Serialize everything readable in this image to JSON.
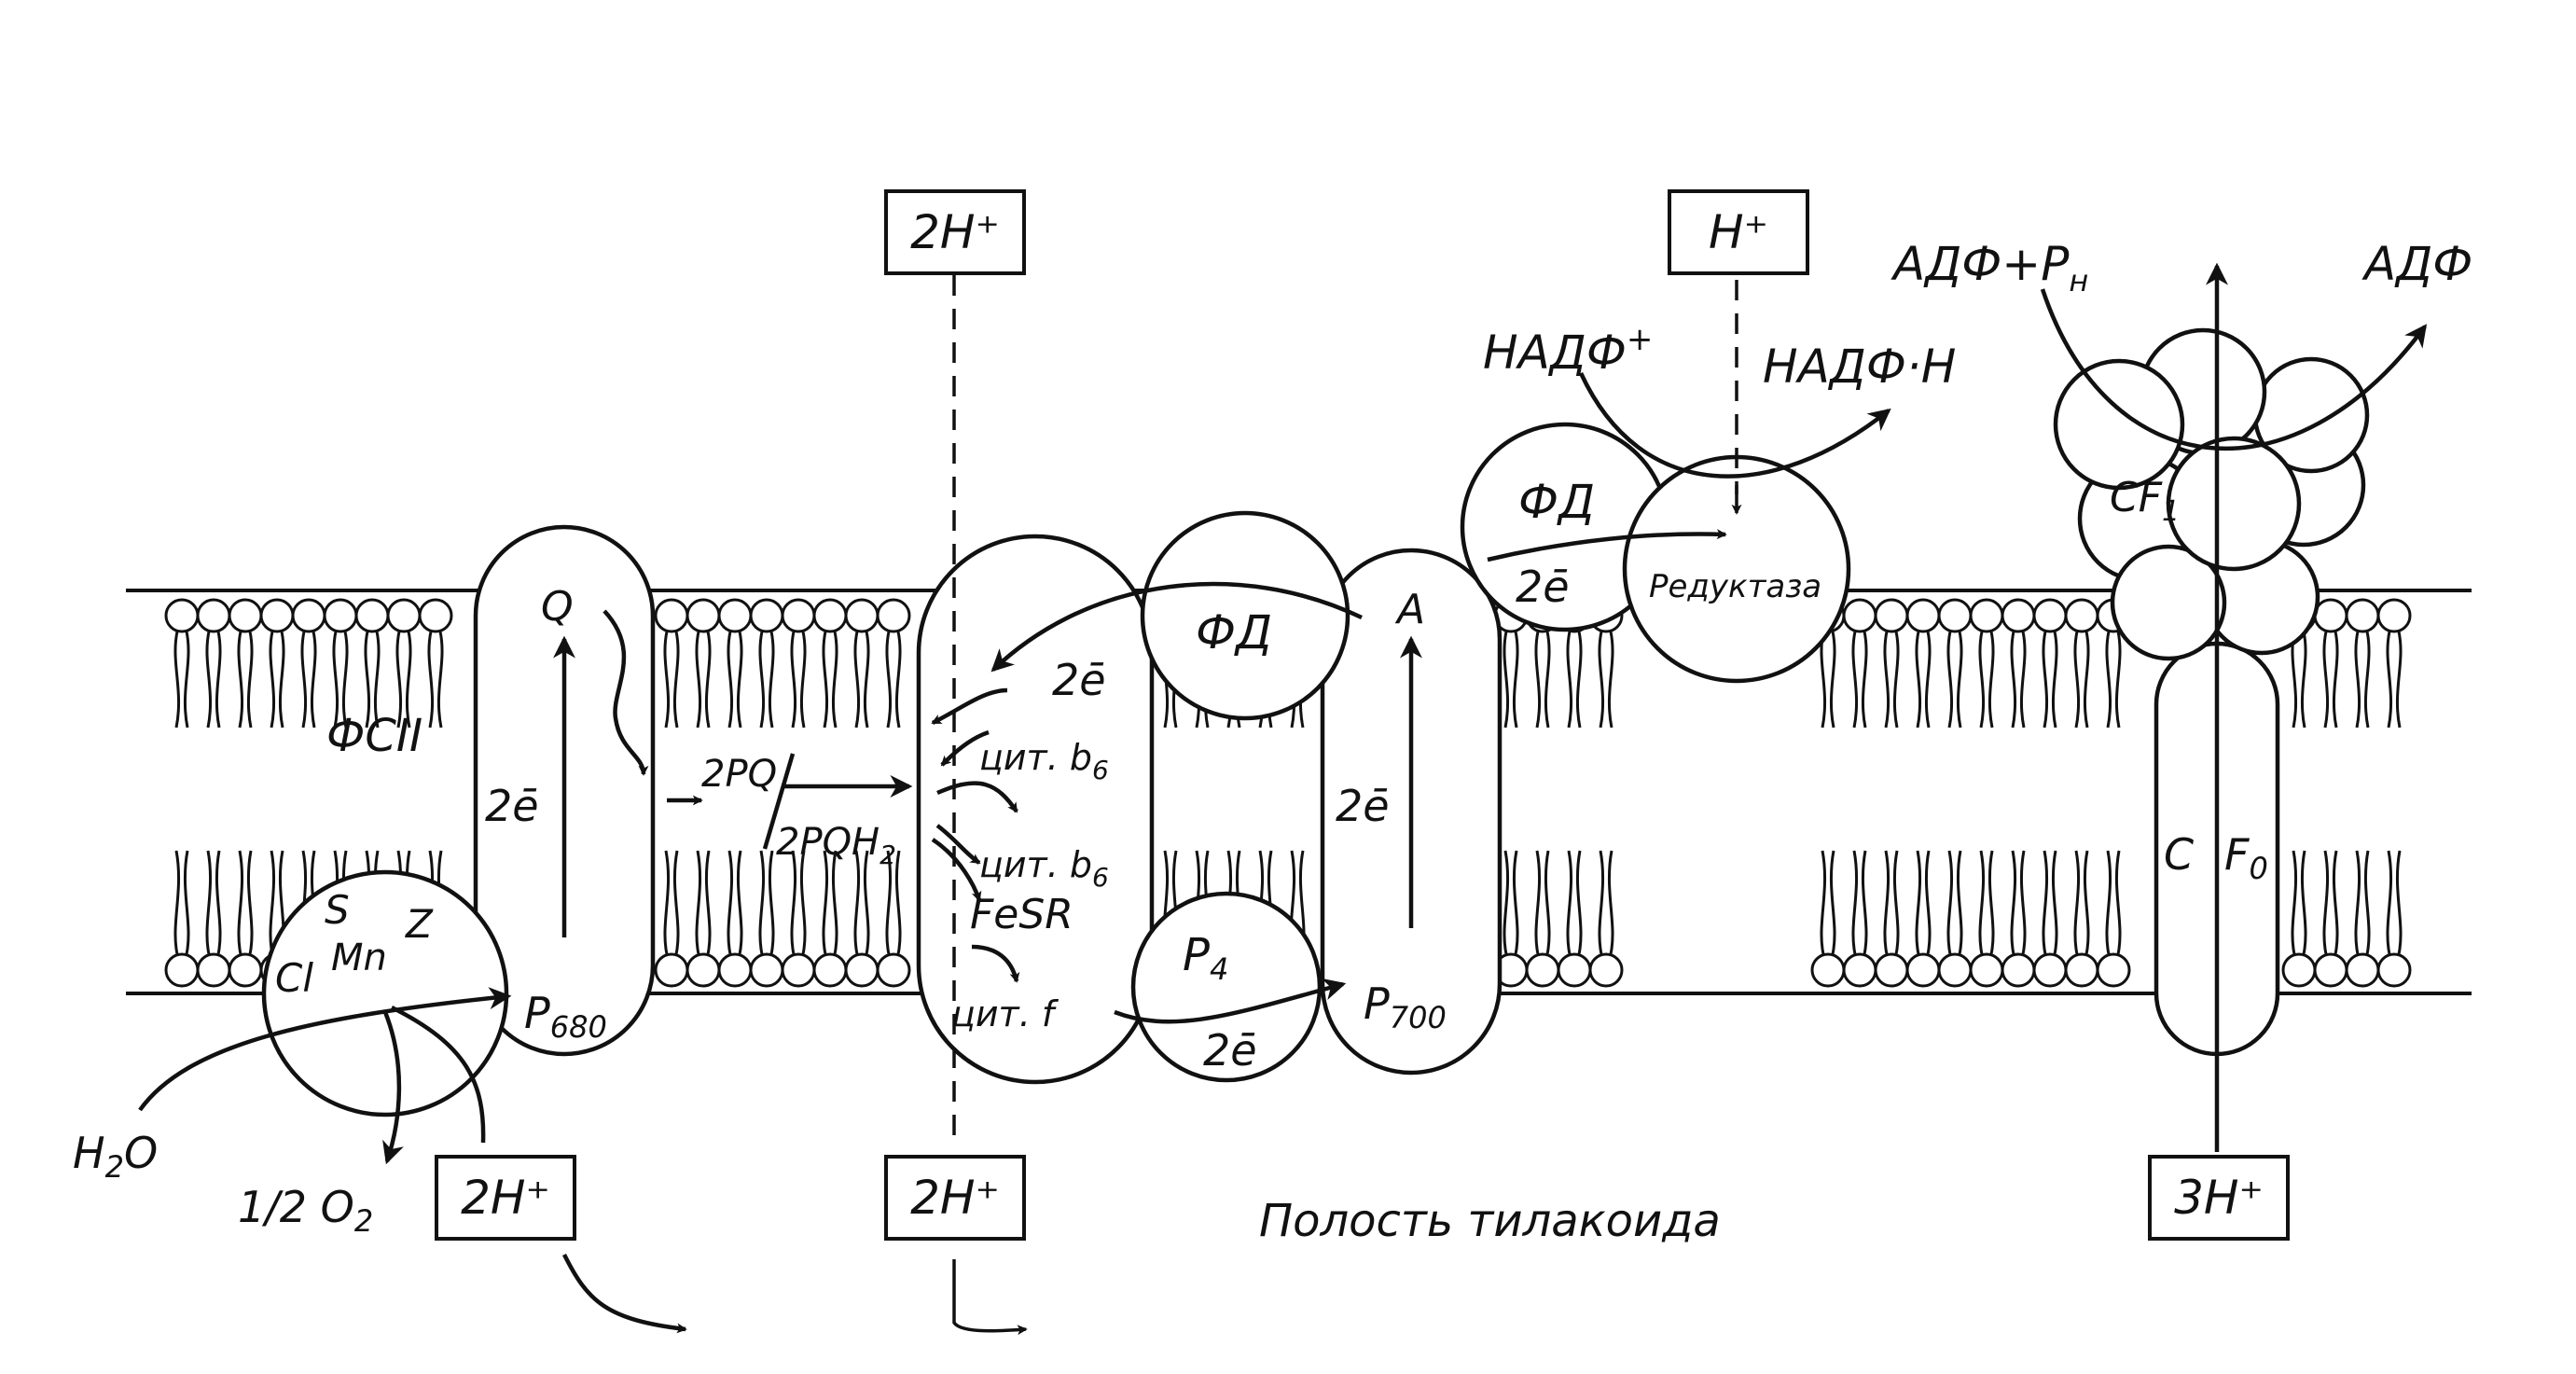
{
  "colors": {
    "ink": "#111111",
    "paper": "#ffffff"
  },
  "labels": {
    "psii": "ФСII",
    "q": "Q",
    "two_e": "2ē",
    "s": "S",
    "z": "Z",
    "mn": "Mn",
    "cl": "Cl",
    "p680_main": "P",
    "p680_sub": "680",
    "h2o_h": "H",
    "h2o_sub": "2",
    "h2o_o": "O",
    "o2_pre": "1/2 O",
    "o2_sub": "2",
    "pq": "2PQ",
    "pqh2_main": "2PQH",
    "pqh2_sub": "2",
    "cyt_b6_1_main": "цит. b",
    "cyt_b6_1_sub": "6",
    "cyt_b6_2_main": "цит. b",
    "cyt_b6_2_sub": "6",
    "fesr": "FeSR",
    "cyt_f": "цит. f",
    "fd": "ФД",
    "p4_main": "P",
    "p4_sub": "4",
    "a": "A",
    "p700_main": "P",
    "p700_sub": "700",
    "reductase": "Редуктаза",
    "nadp_main": "НАДФ",
    "nadp_sup": "+",
    "nadph": "НАДФ·Н",
    "adp_pi_main": "АДФ+Р",
    "adp_pi_sub": "н",
    "adp": "АДФ",
    "cf1_main": "CF",
    "cf1_sub": "1",
    "cf0_c": "C",
    "cf0_main": "F",
    "cf0_sub": "0",
    "lumen": "Полость тилакоида"
  },
  "proton_boxes": {
    "top_2h": "2H⁺",
    "top_h": "H⁺",
    "bottom_2h_psii": "2H⁺",
    "bottom_2h_cyt": "2H⁺",
    "bottom_3h": "3H⁺"
  }
}
